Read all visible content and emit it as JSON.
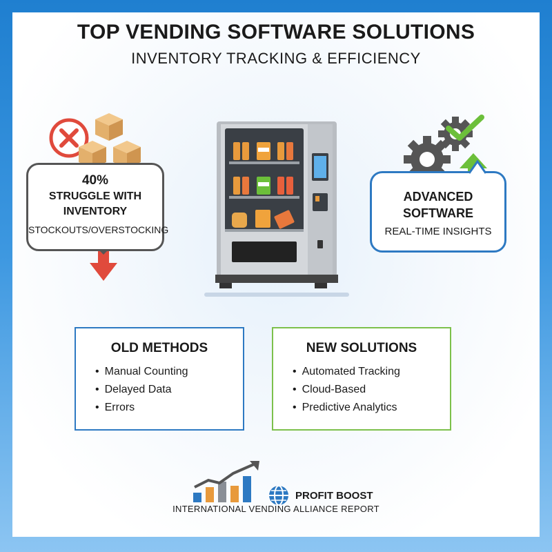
{
  "header": {
    "title": "TOP VENDING SOFTWARE SOLUTIONS",
    "subtitle": "INVENTORY TRACKING & EFFICIENCY"
  },
  "stat_bubble": {
    "percent": "40%",
    "line1": "STRUGGLE WITH",
    "line2": "INVENTORY",
    "detail": "STOCKOUTS/OVERSTOCKING"
  },
  "software_bubble": {
    "line1": "ADVANCED",
    "line2": "SOFTWARE",
    "detail": "REAL-TIME INSIGHTS"
  },
  "old_methods": {
    "title": "OLD METHODS",
    "items": [
      "Manual Counting",
      "Delayed Data",
      "Errors"
    ]
  },
  "new_solutions": {
    "title": "NEW SOLUTIONS",
    "items": [
      "Automated Tracking",
      "Cloud-Based",
      "Predictive Analytics"
    ]
  },
  "brand": {
    "name": "PROFIT BOOST"
  },
  "footer": {
    "text": "INTERNATIONAL VENDING ALLIANCE REPORT"
  },
  "icons": {
    "error": "x-circle-icon",
    "boxes": "cardboard-box-icon",
    "down_arrow": "arrow-down-icon",
    "gears": "gear-icon",
    "check": "checkmark-icon",
    "up_arrow": "arrow-up-icon",
    "machine": "vending-machine-icon",
    "chart": "growth-chart-icon",
    "globe": "globe-icon"
  },
  "colors": {
    "negative": "#e04a3c",
    "positive": "#6cbf3a",
    "accent_blue": "#2d79c2",
    "box_tan": "#e3b06c"
  }
}
